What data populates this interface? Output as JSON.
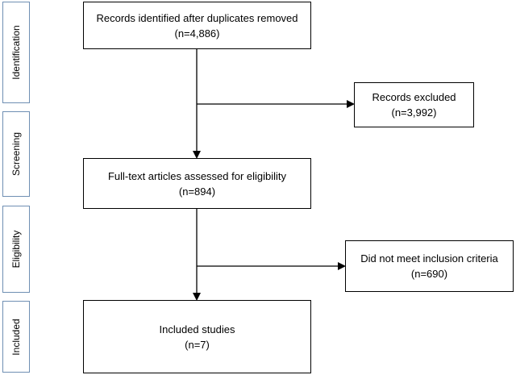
{
  "phases": [
    {
      "id": "identification",
      "label": "Identification"
    },
    {
      "id": "screening",
      "label": "Screening"
    },
    {
      "id": "eligibility",
      "label": "Eligibility"
    },
    {
      "id": "included",
      "label": "Included"
    }
  ],
  "boxes": {
    "identified": {
      "line1": "Records identified after duplicates removed",
      "line2": "(n=4,886)"
    },
    "excluded": {
      "line1": "Records excluded",
      "line2": "(n=3,992)"
    },
    "fulltext": {
      "line1": "Full-text articles assessed for eligibility",
      "line2": "(n=894)"
    },
    "not_met": {
      "line1": "Did not meet inclusion criteria",
      "line2": "(n=690)"
    },
    "included": {
      "line1": "Included studies",
      "line2": "(n=7)"
    }
  },
  "colors": {
    "phase_border": "#6f8fb3",
    "box_border": "#000000",
    "arrow": "#000000"
  }
}
